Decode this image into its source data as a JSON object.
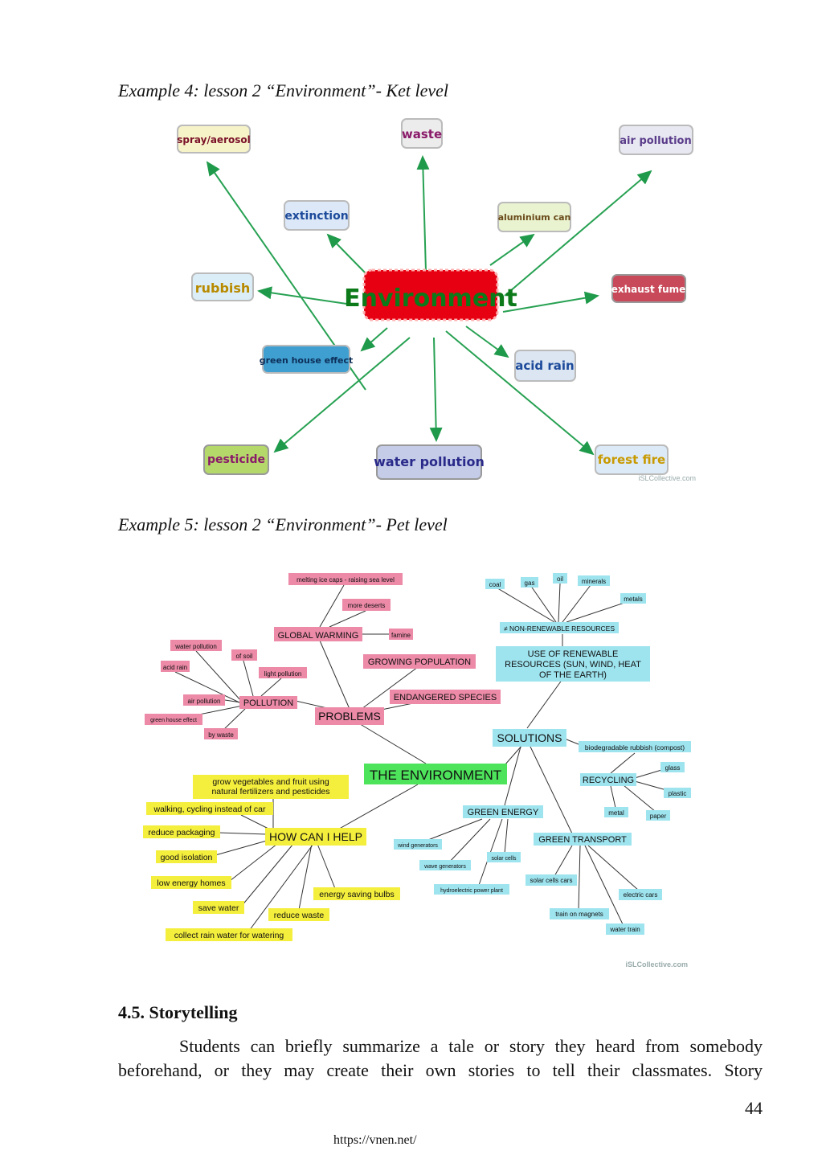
{
  "captions": {
    "example4": "Example 4: lesson 2 “Environment”- Ket level",
    "example5": "Example 5: lesson 2 “Environment”- Pet level"
  },
  "ket_map": {
    "center": "Environment",
    "nodes": [
      {
        "id": "spray",
        "label": "spray/aerosol"
      },
      {
        "id": "waste",
        "label": "waste"
      },
      {
        "id": "air",
        "label": "air pollution"
      },
      {
        "id": "extinction",
        "label": "extinction"
      },
      {
        "id": "aluminium",
        "label": "aluminium can"
      },
      {
        "id": "rubbish",
        "label": "rubbish"
      },
      {
        "id": "exhaust",
        "label": "exhaust fume"
      },
      {
        "id": "greenhouse",
        "label": "green house effect"
      },
      {
        "id": "acid",
        "label": "acid rain"
      },
      {
        "id": "pesticide",
        "label": "pesticide"
      },
      {
        "id": "water",
        "label": "water pollution"
      },
      {
        "id": "forest",
        "label": "forest fire"
      }
    ],
    "watermark": "iSLCollective.com"
  },
  "pet_map": {
    "nodes": [
      {
        "id": "env",
        "label": "THE ENVIRONMENT"
      },
      {
        "id": "problems",
        "label": "PROBLEMS"
      },
      {
        "id": "solutions",
        "label": "SOLUTIONS"
      },
      {
        "id": "help",
        "label": "HOW CAN I HELP"
      },
      {
        "id": "gw",
        "label": "GLOBAL WARMING"
      },
      {
        "id": "melting",
        "label": "melting ice caps - raising sea level"
      },
      {
        "id": "deserts",
        "label": "more deserts"
      },
      {
        "id": "famine",
        "label": "famine"
      },
      {
        "id": "growing",
        "label": "GROWING POPULATION"
      },
      {
        "id": "endangered",
        "label": "ENDANGERED SPECIES"
      },
      {
        "id": "pollution",
        "label": "POLLUTION"
      },
      {
        "id": "waterpol",
        "label": "water pollution"
      },
      {
        "id": "soil",
        "label": "of soil"
      },
      {
        "id": "acidrain",
        "label": "acid rain"
      },
      {
        "id": "light",
        "label": "light pollution"
      },
      {
        "id": "airpol",
        "label": "air pollution"
      },
      {
        "id": "ghe",
        "label": "green house effect"
      },
      {
        "id": "bywaste",
        "label": "by waste"
      },
      {
        "id": "nonrenew",
        "label": "≠ NON-RENEWABLE RESOURCES"
      },
      {
        "id": "coal",
        "label": "coal"
      },
      {
        "id": "gas",
        "label": "gas"
      },
      {
        "id": "oil",
        "label": "oil"
      },
      {
        "id": "minerals",
        "label": "minerals"
      },
      {
        "id": "metals",
        "label": "metals"
      },
      {
        "id": "renew1",
        "label": "USE OF RENEWABLE"
      },
      {
        "id": "renew2",
        "label": "RESOURCES (SUN, WIND, HEAT"
      },
      {
        "id": "renew3",
        "label": "OF THE EARTH)"
      },
      {
        "id": "recycling",
        "label": "RECYCLING"
      },
      {
        "id": "biodeg",
        "label": "biodegradable rubbish (compost)"
      },
      {
        "id": "glass",
        "label": "glass"
      },
      {
        "id": "plastic",
        "label": "plastic"
      },
      {
        "id": "metal",
        "label": "metal"
      },
      {
        "id": "paper",
        "label": "paper"
      },
      {
        "id": "genergy",
        "label": "GREEN ENERGY"
      },
      {
        "id": "windgen",
        "label": "wind generators"
      },
      {
        "id": "wavegen",
        "label": "wave generators"
      },
      {
        "id": "hydro",
        "label": "hydroelectric power plant"
      },
      {
        "id": "solarcells",
        "label": "solar cells"
      },
      {
        "id": "gtransport",
        "label": "GREEN TRANSPORT"
      },
      {
        "id": "solarcars",
        "label": "solar cells cars"
      },
      {
        "id": "magnets",
        "label": "train on magnets"
      },
      {
        "id": "watertrain",
        "label": "water train"
      },
      {
        "id": "electric",
        "label": "electric cars"
      },
      {
        "id": "grow1",
        "label": "grow vegetables and fruit using"
      },
      {
        "id": "grow2",
        "label": "natural fertilizers and pesticides"
      },
      {
        "id": "walking",
        "label": "walking, cycling instead of car"
      },
      {
        "id": "packaging",
        "label": "reduce packaging"
      },
      {
        "id": "isolation",
        "label": "good isolation"
      },
      {
        "id": "lowenergy",
        "label": "low energy homes"
      },
      {
        "id": "savewater",
        "label": "save water"
      },
      {
        "id": "collect",
        "label": "collect rain water for watering"
      },
      {
        "id": "reducewaste",
        "label": "reduce waste"
      },
      {
        "id": "bulbs",
        "label": "energy saving bulbs"
      }
    ],
    "watermark": "iSLCollective.com"
  },
  "section": {
    "heading": "4.5. Storytelling",
    "paragraph": "Students can briefly summarize a tale or story they heard from somebody beforehand, or they may create their own stories to tell their classmates. Story"
  },
  "footer": {
    "page_number": "44",
    "url": "https://vnen.net/"
  }
}
